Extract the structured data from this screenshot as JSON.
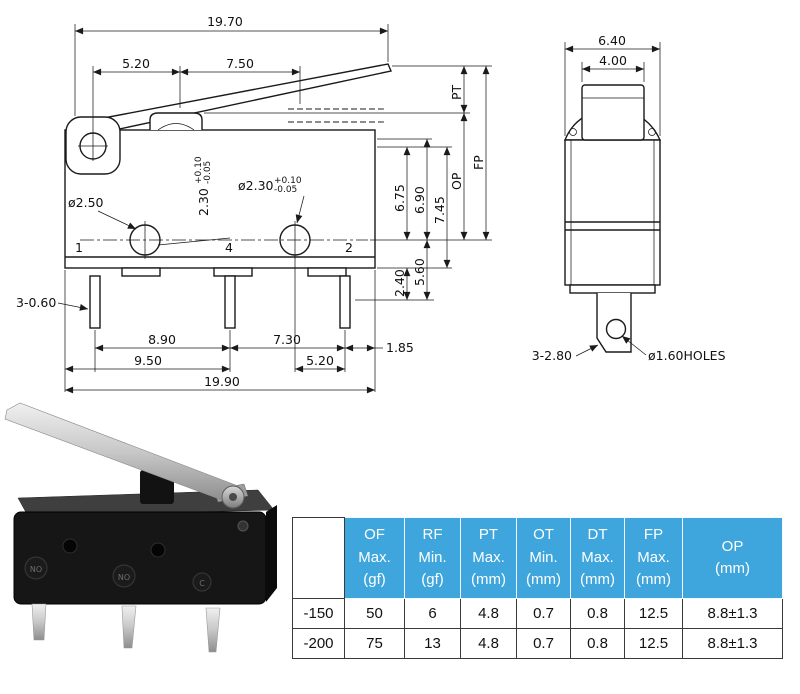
{
  "colors": {
    "table_header": "#3ea6dc"
  },
  "drawing": {
    "side_view": {
      "dim_19_70": "19.70",
      "dim_5_20_top": "5.20",
      "dim_7_50": "7.50",
      "dia_2_50": "ø2.50",
      "dim_2_30_vertical": "2.30",
      "dia_2_30": "ø2.30",
      "tol_plus": "+0.10",
      "tol_minus": "-0.05",
      "dim_6_75": "6.75",
      "dim_6_90": "6.90",
      "dim_7_45": "7.45",
      "label_pt": "PT",
      "label_op": "OP",
      "label_fp": "FP",
      "dim_5_60": "5.60",
      "dim_2_40": "2.40",
      "dim_3_0_60": "3-0.60",
      "dim_8_90": "8.90",
      "dim_7_30": "7.30",
      "dim_1_85": "1.85",
      "dim_9_50": "9.50",
      "dim_5_20_bottom": "5.20",
      "dim_19_90": "19.90",
      "terminal_1": "1",
      "terminal_4": "4",
      "terminal_2": "2"
    },
    "front_view": {
      "dim_6_40": "6.40",
      "dim_4_00": "4.00",
      "dim_3_2_80": "3-2.80",
      "dia_1_60_holes": "ø1.60HOLES"
    }
  },
  "photo": {
    "markings": [
      "NO",
      "NO",
      "C"
    ]
  },
  "table": {
    "columns": [
      {
        "lines": [
          "",
          "",
          ""
        ]
      },
      {
        "lines": [
          "OF",
          "Max.",
          "(gf)"
        ]
      },
      {
        "lines": [
          "RF",
          "Min.",
          "(gf)"
        ]
      },
      {
        "lines": [
          "PT",
          "Max.",
          "(mm)"
        ]
      },
      {
        "lines": [
          "OT",
          "Min.",
          "(mm)"
        ]
      },
      {
        "lines": [
          "DT",
          "Max.",
          "(mm)"
        ]
      },
      {
        "lines": [
          "FP",
          "Max.",
          "(mm)"
        ]
      },
      {
        "lines": [
          "OP",
          "(mm)"
        ]
      }
    ],
    "rows": [
      [
        "-150",
        "50",
        "6",
        "4.8",
        "0.7",
        "0.8",
        "12.5",
        "8.8±1.3"
      ],
      [
        "-200",
        "75",
        "13",
        "4.8",
        "0.7",
        "0.8",
        "12.5",
        "8.8±1.3"
      ]
    ]
  }
}
